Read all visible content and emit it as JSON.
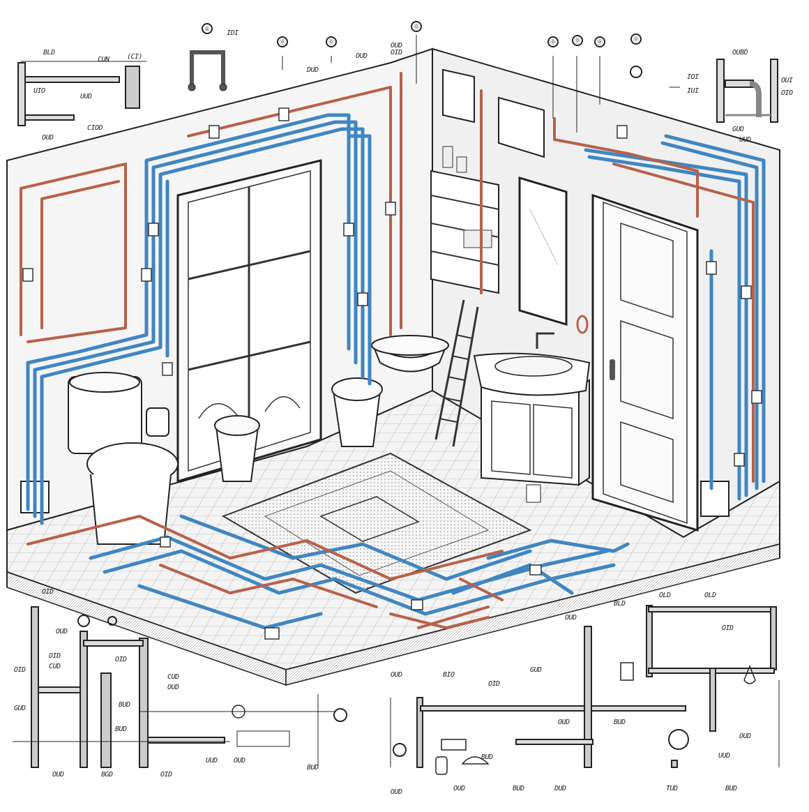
{
  "diagram": {
    "subject": "Isometric bathroom plumbing layout with detail schematics",
    "colors": {
      "cold_water_pipe": "#3f86c2",
      "hot_water_pipe": "#b8614a",
      "fixture_line": "#2a2a2a",
      "wall_fill": "#f2f2f2",
      "floor_tile": "#e8e8e8",
      "background": "#ffffff"
    },
    "room": {
      "fixtures": [
        "toilet",
        "toilet-paper-holder",
        "window",
        "bidet",
        "wall-sink",
        "shelf-unit",
        "ladder",
        "vanity-sink",
        "mirror",
        "door",
        "bath-mat",
        "wall-frame",
        "towel-ring"
      ]
    },
    "detail_insets": [
      {
        "id": "top-left",
        "labels": [
          "BLD",
          "CUN",
          "(CI)",
          "UIO",
          "UUD",
          "CIOD",
          "OUD"
        ]
      },
      {
        "id": "top-center",
        "labels": [
          "IDI",
          "OUD",
          "DUD",
          "OID",
          "OUD"
        ]
      },
      {
        "id": "top-right",
        "labels": [
          "OUBD",
          "IOI",
          "IUI",
          "OUI",
          "OIO",
          "GUD",
          "UUD"
        ]
      },
      {
        "id": "bottom-left",
        "labels": [
          "OID",
          "OUD",
          "OID",
          "CUD",
          "OID",
          "GUD",
          "OID",
          "CUD",
          "OUD",
          "BUD",
          "BUD",
          "OUD",
          "BGD",
          "OID",
          "UUD",
          "OUD",
          "BUD"
        ]
      },
      {
        "id": "bottom-right",
        "labels": [
          "OUD",
          "BLD",
          "OLD",
          "OLD",
          "OID",
          "OUD",
          "BIO",
          "GUD",
          "OID",
          "OUD",
          "BUD",
          "OUD",
          "BUD",
          "DUD",
          "OUD",
          "OUD",
          "BUD",
          "TUD",
          "UUD",
          "BUD"
        ]
      }
    ],
    "markers_top": [
      "①",
      "⓪",
      "⓪",
      "⓪",
      "⓪",
      "⓪",
      "⓪",
      "⓪"
    ]
  }
}
